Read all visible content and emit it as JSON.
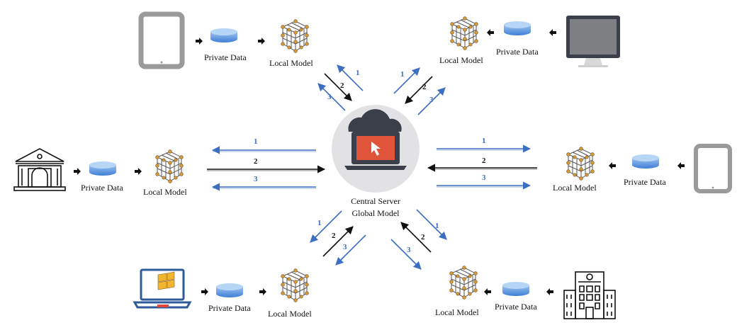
{
  "server": {
    "label_line1": "Central Server",
    "label_line2": "Global Model"
  },
  "clients": [
    {
      "device": "tablet-icon",
      "data_label": "Private Data",
      "model_label": "Local Model"
    },
    {
      "device": "monitor-icon",
      "data_label": "Private Data",
      "model_label": "Local Model"
    },
    {
      "device": "bank-icon",
      "data_label": "Private Data",
      "model_label": "Local Model"
    },
    {
      "device": "tablet-icon",
      "data_label": "Private Data",
      "model_label": "Local Model"
    },
    {
      "device": "laptop-icon",
      "data_label": "Private Data",
      "model_label": "Local Model"
    },
    {
      "device": "office-building-icon",
      "data_label": "Private Data",
      "model_label": "Local Model"
    }
  ],
  "steps": {
    "one": "1",
    "two": "2",
    "three": "3"
  },
  "colors": {
    "blue": "#3c6fc2",
    "black": "#111111",
    "box_border": "#3c5fa8",
    "box_fill": "#f0f0f2"
  }
}
